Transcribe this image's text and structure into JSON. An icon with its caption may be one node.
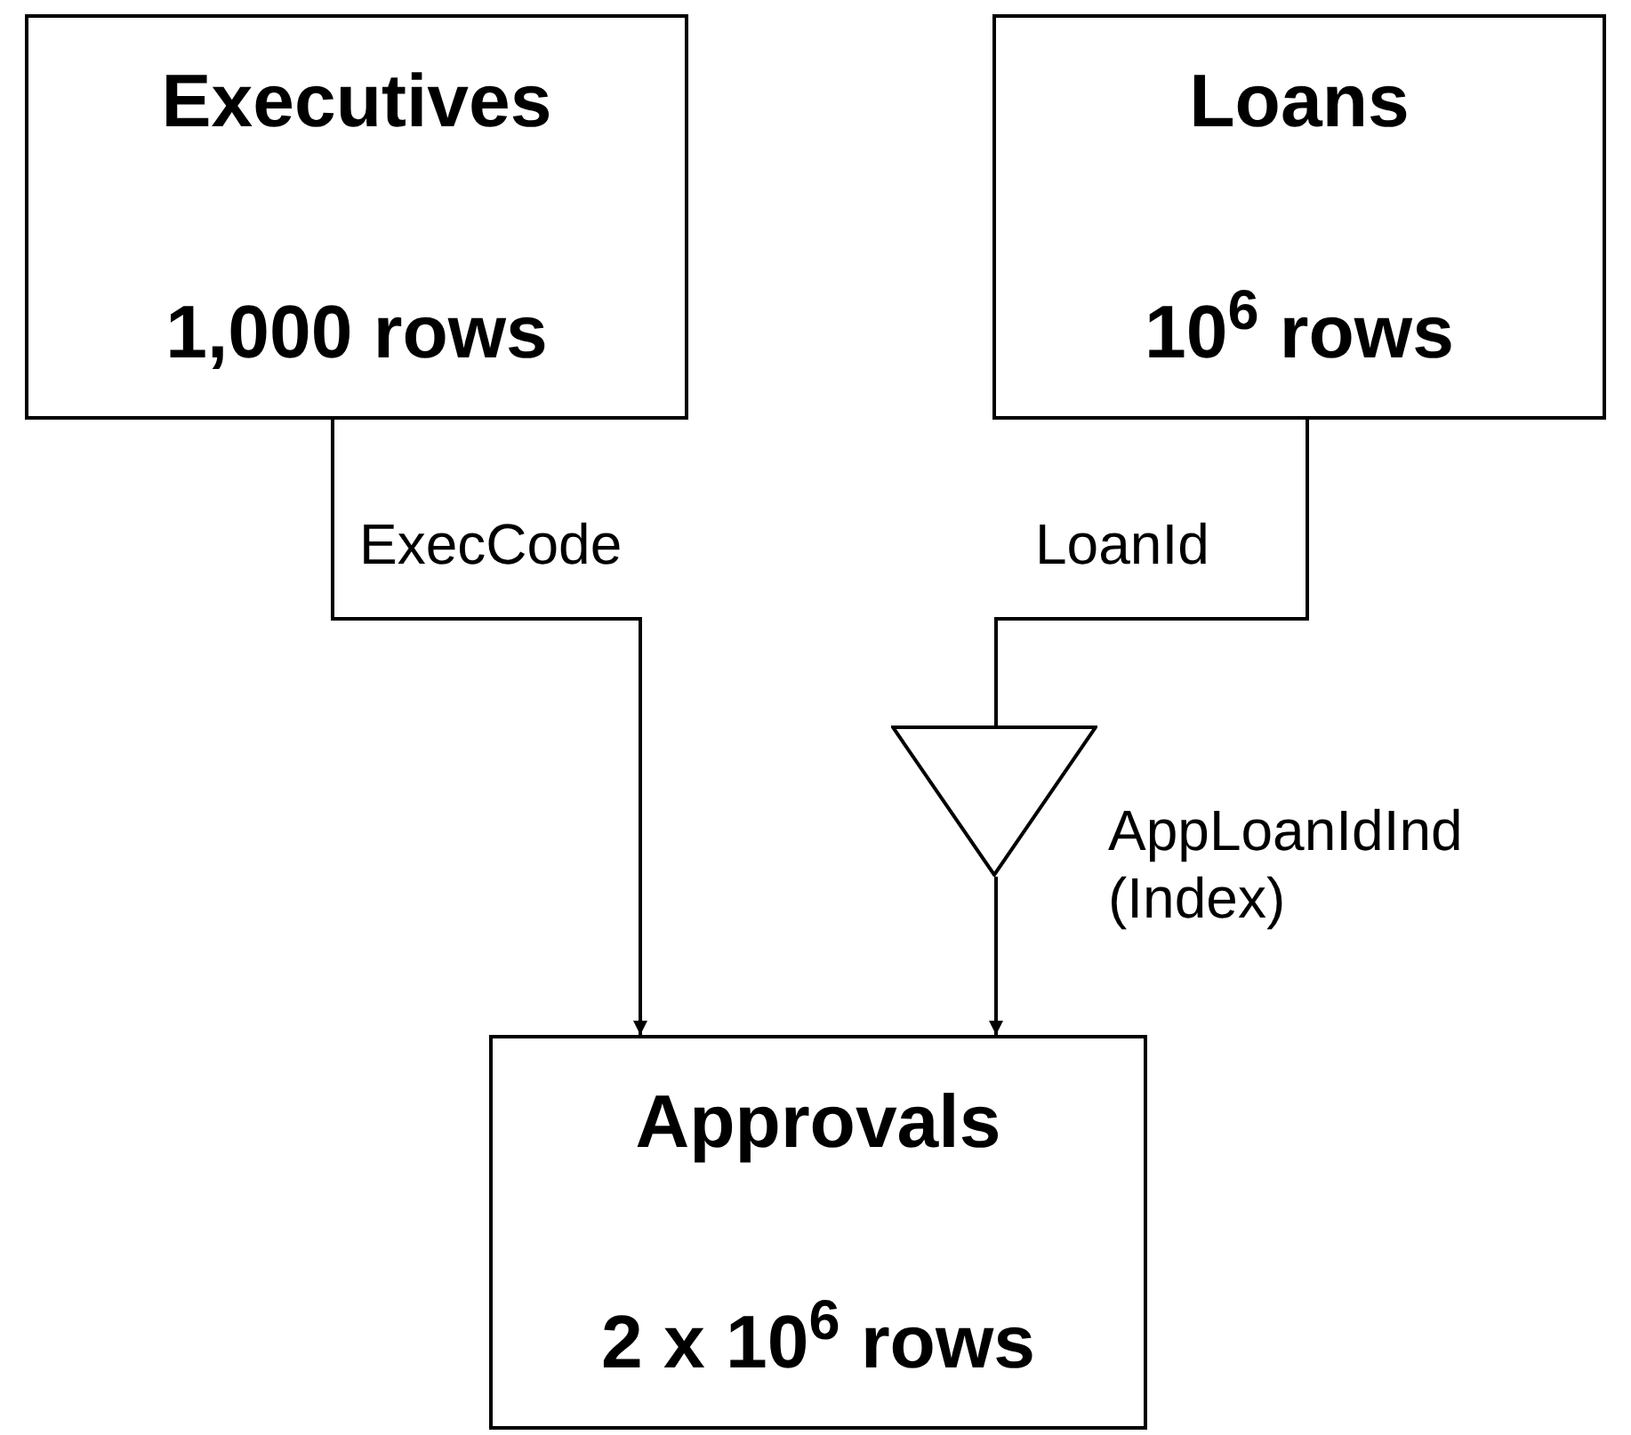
{
  "diagram": {
    "nodes": [
      {
        "text": [
          "Executives",
          "1,000 rows"
        ]
      },
      {
        "text": [
          "Loans",
          "10$^{6}$ rows"
        ]
      },
      {
        "text": [],
        "shape": "triangle",
        "beside": [
          "AppLoanIdInd (Index)"
        ]
      },
      {
        "text": [
          "Approvals",
          "2 x 10$^{6}$ rows"
        ]
      }
    ],
    "edges": [
      {
        "from": 0,
        "to": 3,
        "arrow": "to",
        "label": "ExecCode"
      },
      {
        "from": 1,
        "to": 2,
        "arrow": "none",
        "label": "LoanId"
      },
      {
        "from": 2,
        "to": 3,
        "arrow": "to"
      }
    ]
  }
}
